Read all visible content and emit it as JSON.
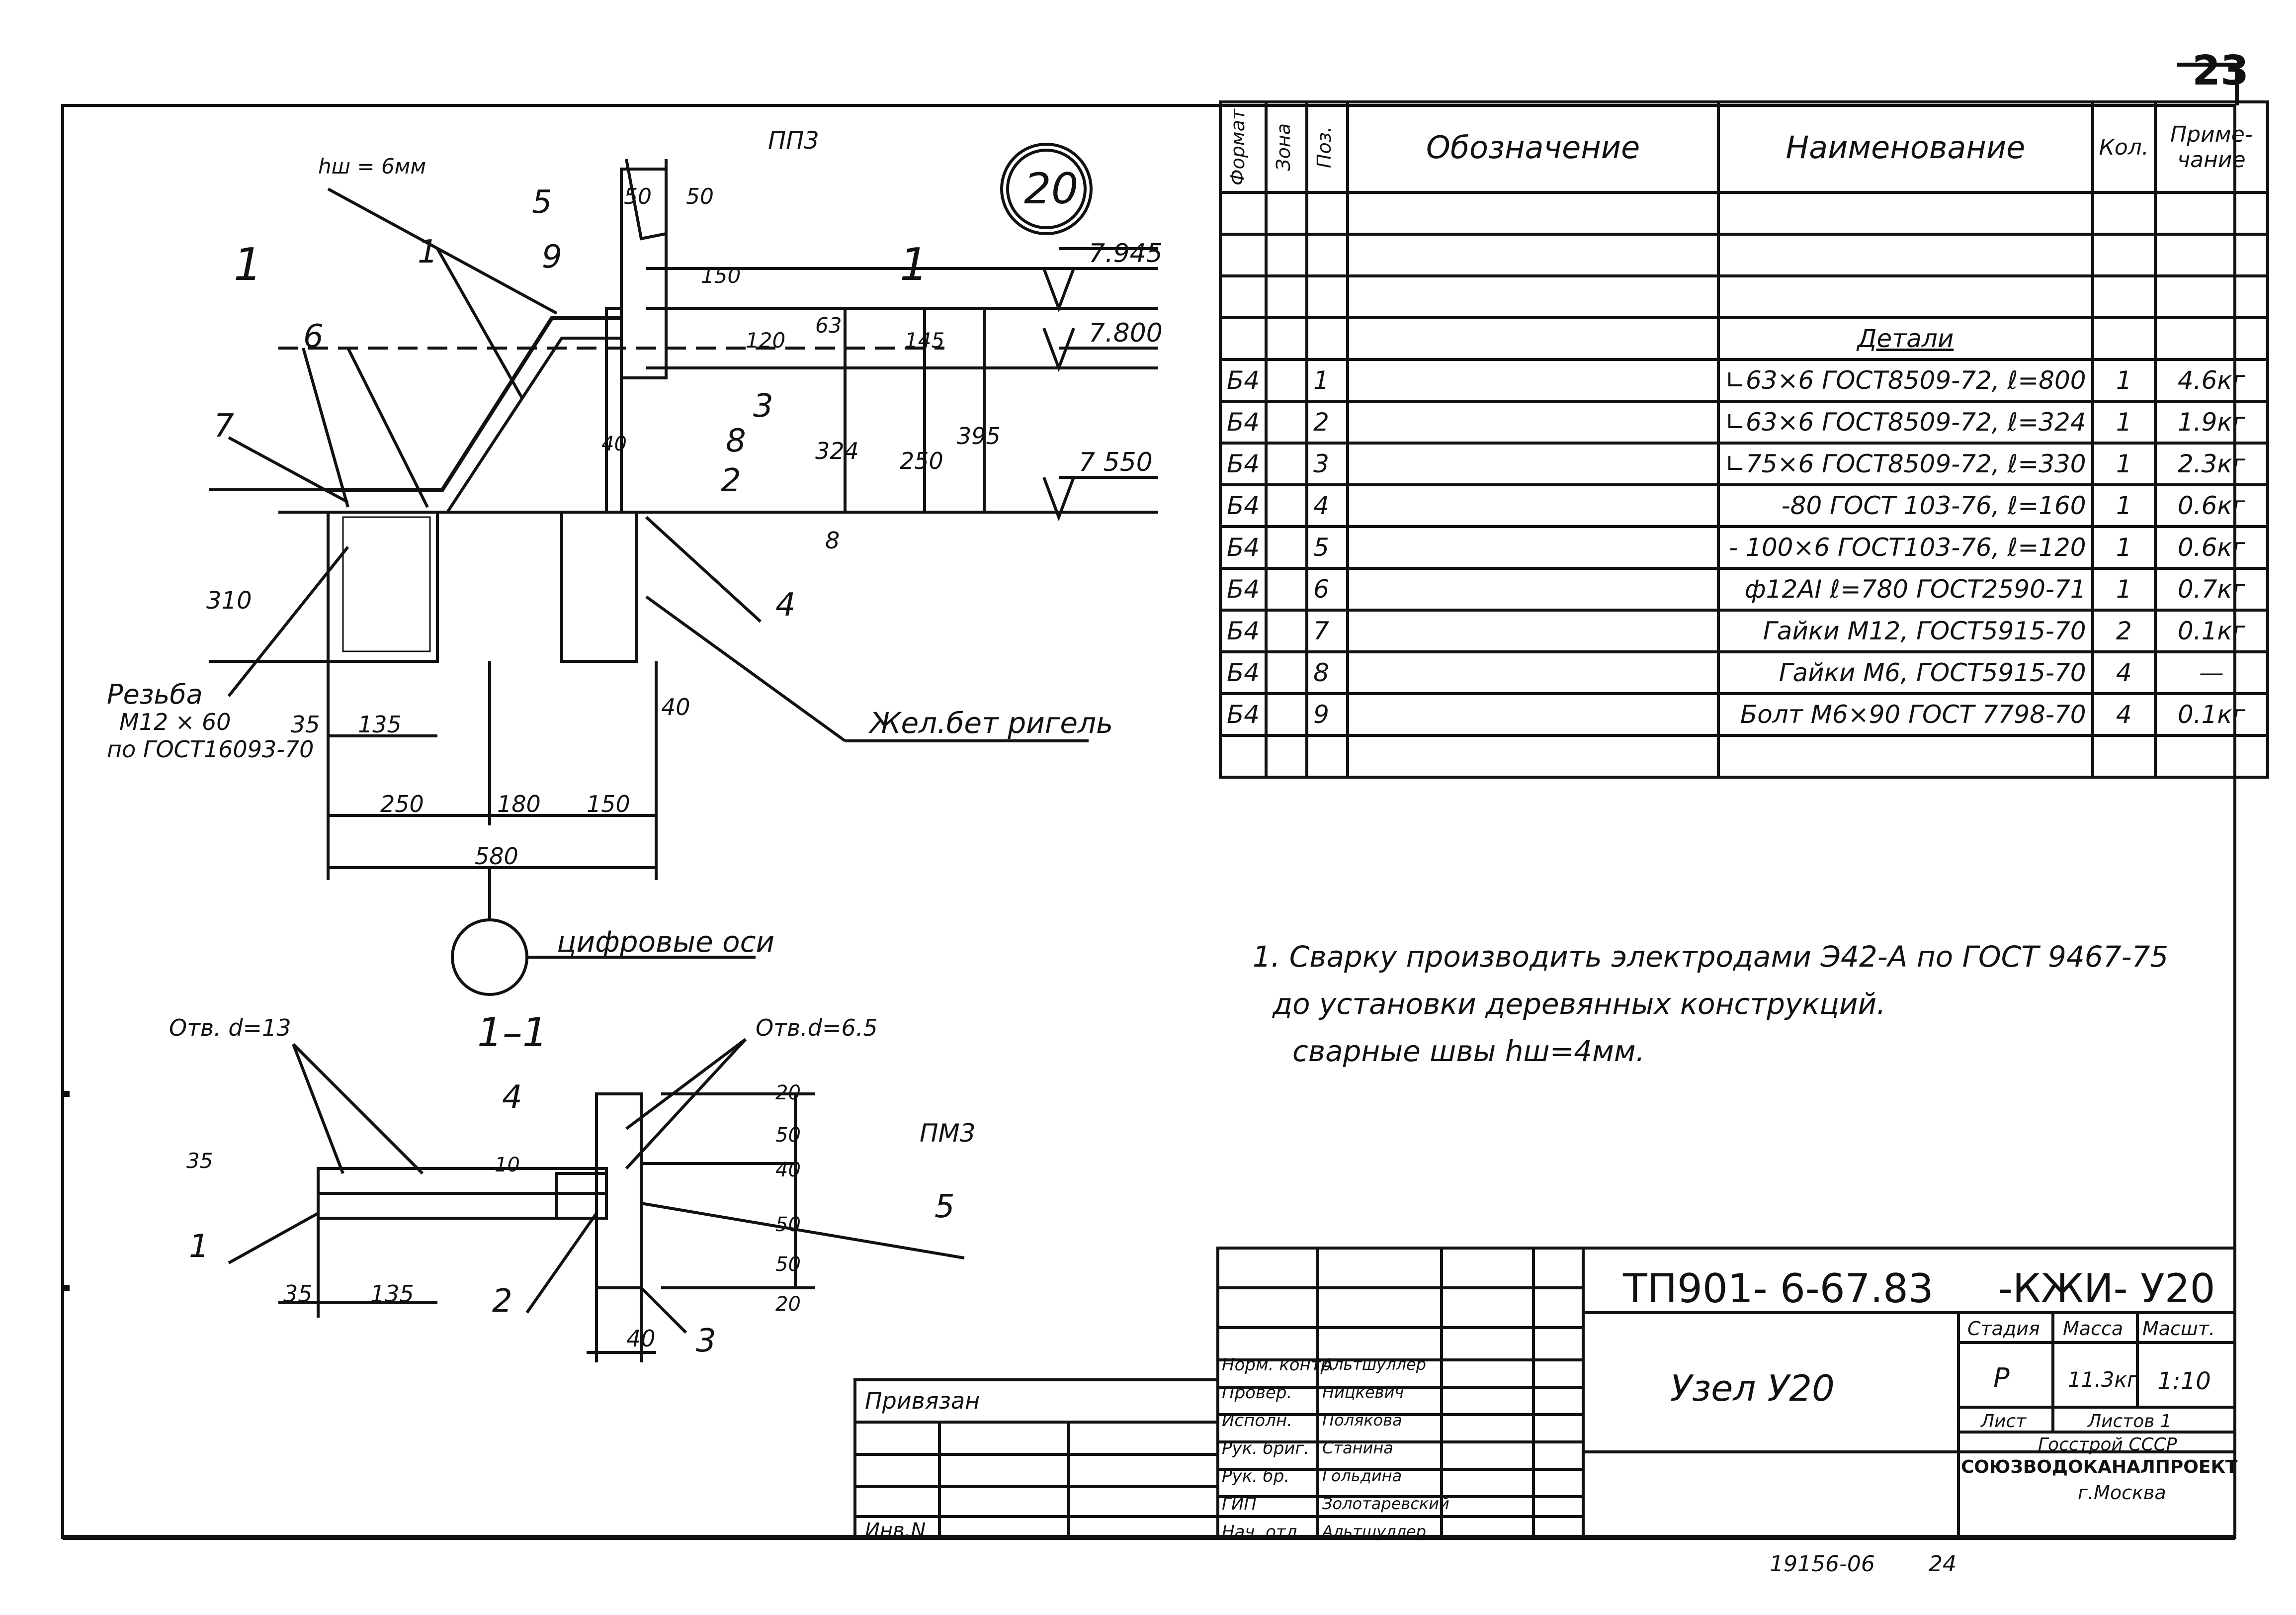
{
  "sheet": {
    "number": "23",
    "bottom_code": "19156-06",
    "bottom_page": "24"
  },
  "node_badge": "20",
  "plan_labels": {
    "weld": "hш = 6мм",
    "ppz_top": "ПП3",
    "section_mark": "1",
    "axes": "цифровые оси",
    "thread": [
      "Резьба",
      "M12 × 60",
      "по ГОСТ16093-70"
    ],
    "beam": "Жел.бет ригель",
    "positions": [
      "1",
      "2",
      "3",
      "4",
      "5",
      "6",
      "7",
      "8",
      "9"
    ],
    "levels": [
      "7.945",
      "7.800",
      "7 550"
    ],
    "dims": [
      "50",
      "50",
      "150",
      "120",
      "63",
      "145",
      "324",
      "250",
      "395",
      "8",
      "40",
      "310",
      "35",
      "135",
      "40",
      "250",
      "180",
      "150",
      "580"
    ]
  },
  "section_labels": {
    "title": "1–1",
    "hole13": "Отв. d=13",
    "hole65": "Отв.d=6.5",
    "pmz": "ПМ3",
    "positions": [
      "1",
      "2",
      "3",
      "4",
      "5"
    ],
    "dims": [
      "35",
      "10",
      "35",
      "135",
      "40",
      "20",
      "50",
      "40",
      "50",
      "50",
      "20"
    ]
  },
  "spec": {
    "headers": {
      "format": "Формат",
      "zone": "Зона",
      "pos": "Поз.",
      "designation": "Обозначение",
      "name": "Наименование",
      "qty": "Кол.",
      "note": "Приме-чание"
    },
    "section_title": "Детали",
    "rows": [
      {
        "format": "Б4",
        "pos": "1",
        "name": "∟63×6 ГОСТ8509-72, ℓ=800",
        "qty": "1",
        "note": "4.6кг"
      },
      {
        "format": "Б4",
        "pos": "2",
        "name": "∟63×6 ГОСТ8509-72, ℓ=324",
        "qty": "1",
        "note": "1.9кг"
      },
      {
        "format": "Б4",
        "pos": "3",
        "name": "∟75×6 ГОСТ8509-72, ℓ=330",
        "qty": "1",
        "note": "2.3кг"
      },
      {
        "format": "Б4",
        "pos": "4",
        "name": "-80 ГОСТ 103-76, ℓ=160",
        "qty": "1",
        "note": "0.6кг"
      },
      {
        "format": "Б4",
        "pos": "5",
        "name": "- 100×6 ГОСТ103-76, ℓ=120",
        "qty": "1",
        "note": "0.6кг"
      },
      {
        "format": "Б4",
        "pos": "6",
        "name": "ф12AI ℓ=780 ГОСТ2590-71",
        "qty": "1",
        "note": "0.7кг"
      },
      {
        "format": "Б4",
        "pos": "7",
        "name": "Гайки M12, ГОСТ5915-70",
        "qty": "2",
        "note": "0.1кг"
      },
      {
        "format": "Б4",
        "pos": "8",
        "name": "Гайки M6, ГОСТ5915-70",
        "qty": "4",
        "note": "—"
      },
      {
        "format": "Б4",
        "pos": "9",
        "name": "Болт M6×90 ГОСТ 7798-70",
        "qty": "4",
        "note": "0.1кг"
      }
    ]
  },
  "notes": [
    "1. Сварку  производить  электродами Э42-А по ГОСТ 9467-75",
    "до установки деревянных  конструкций.",
    "сварные швы  hш=4мм."
  ],
  "title_block": {
    "code": "ТП901- 6-67.83",
    "code_suffix": "-КЖИ- У20",
    "drawing_name": "Узел У20",
    "stage_label": "Стадия",
    "mass_label": "Масса",
    "scale_label": "Масшт.",
    "stage": "Р",
    "mass": "11.3кг",
    "scale": "1:10",
    "sheet_label": "Лист",
    "sheets_label": "Листов 1",
    "org1": "Госстрой СССР",
    "org2": "СОЮЗВОДОКАНАЛПРОЕКТ",
    "org3": "г.Москва",
    "bound": "Привязан",
    "inv": "Инв.N",
    "roles": [
      {
        "role": "Норм. контр.",
        "name": "Альтшуллер"
      },
      {
        "role": "Провер.",
        "name": "Ницкевич"
      },
      {
        "role": "Исполн.",
        "name": "Полякова"
      },
      {
        "role": "Рук. бриг.",
        "name": "Станина"
      },
      {
        "role": "Рук. бр.",
        "name": "Гольдина"
      },
      {
        "role": "ГИП",
        "name": "Золотаревский"
      },
      {
        "role": "Нач. отд.",
        "name": "Альтшуллер"
      }
    ]
  }
}
